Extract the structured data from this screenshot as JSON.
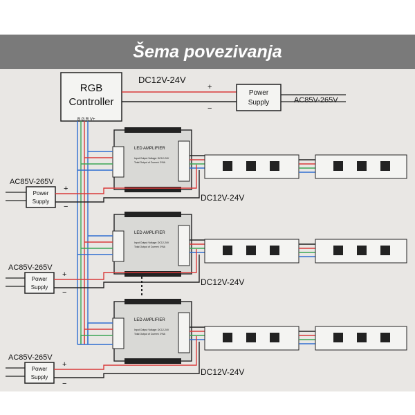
{
  "title": "Šema povezivanja",
  "controller": {
    "label_line1": "RGB",
    "label_line2": "Controller",
    "pins": "B G R V+"
  },
  "top_supply": {
    "label_line1": "Power",
    "label_line2": "Supply",
    "ac_input": "AC85V-265V",
    "dc_output": "DC12V-24V",
    "plus": "+",
    "minus": "−"
  },
  "amplifiers": [
    {
      "label": "LED AMPLIFIER",
      "note_line1": "Input Output Voltage: DC12-24V",
      "note_line2": "Total Output of Current: 3*8A"
    },
    {
      "label": "LED AMPLIFIER",
      "note_line1": "Input Output Voltage: DC12-24V",
      "note_line2": "Total Output of Current: 3*8A"
    },
    {
      "label": "LED AMPLIFIER",
      "note_line1": "Input Output Voltage: DC12-24V",
      "note_line2": "Total Output of Current: 3*8A"
    }
  ],
  "branch_supplies": [
    {
      "ac_input": "AC85V-265V",
      "label_line1": "Power",
      "label_line2": "Supply",
      "dc_label": "DC12V-24V",
      "plus": "+",
      "minus": "−"
    },
    {
      "ac_input": "AC85V-265V",
      "label_line1": "Power",
      "label_line2": "Supply",
      "dc_label": "DC12V-24V",
      "plus": "+",
      "minus": "−"
    },
    {
      "ac_input": "AC85V-265V",
      "label_line1": "Power",
      "label_line2": "Supply",
      "dc_label": "DC12V-24V",
      "plus": "+",
      "minus": "−"
    }
  ],
  "wire_colors": {
    "red": "#d93a3a",
    "green": "#3aa655",
    "blue": "#2f6fd1",
    "white": "#ffffff",
    "black": "#222222"
  }
}
